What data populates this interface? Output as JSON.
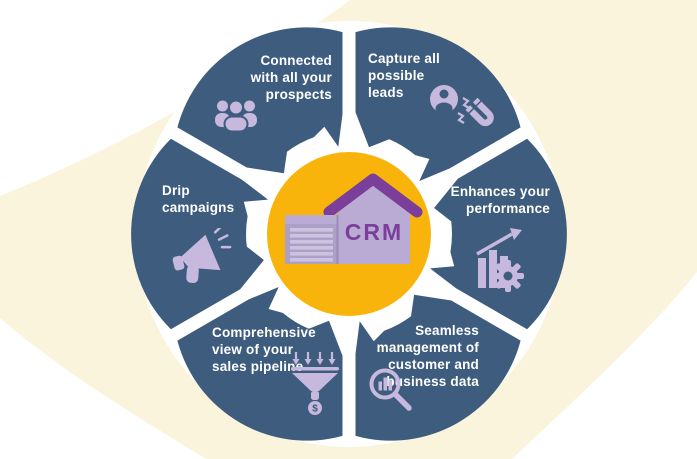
{
  "title": "CRM features infographic",
  "colors": {
    "segment_blue": "#3E5C7E",
    "icon_lavender": "#C7B8DD",
    "center_yellow": "#F9B40B",
    "roof_purple": "#7B3E99",
    "house_wall": "#B9ABD3",
    "house_annex": "#ACA0C6",
    "house_stripe": "#CDC3E1",
    "background_cream": "#FBF4DD",
    "background_white": "#FFFFFF",
    "label_text": "#FFFFFF"
  },
  "center": {
    "label": "CRM",
    "icon": "crm-warehouse-icon"
  },
  "icons": {
    "coin_symbol": "$"
  },
  "segments": [
    {
      "id": "capture",
      "position": "top-right",
      "label": "Capture all\npossible\nleads",
      "icon": "lead-magnet-icon"
    },
    {
      "id": "enhances",
      "position": "right",
      "label": "Enhances your\nperformance",
      "icon": "growth-chart-gear-icon"
    },
    {
      "id": "seamless",
      "position": "bottom-right",
      "label": "Seamless\nmanagement of\ncustomer and\nbusiness data",
      "icon": "magnifier-data-icon"
    },
    {
      "id": "comprehensive",
      "position": "bottom-left",
      "label": "Comprehensive\nview of your\nsales pipeline",
      "icon": "sales-funnel-icon"
    },
    {
      "id": "drip",
      "position": "left",
      "label": "Drip\ncampaigns",
      "icon": "megaphone-icon"
    },
    {
      "id": "connected",
      "position": "top-left",
      "label": "Connected\nwith all your\nprospects",
      "icon": "people-group-icon"
    }
  ]
}
